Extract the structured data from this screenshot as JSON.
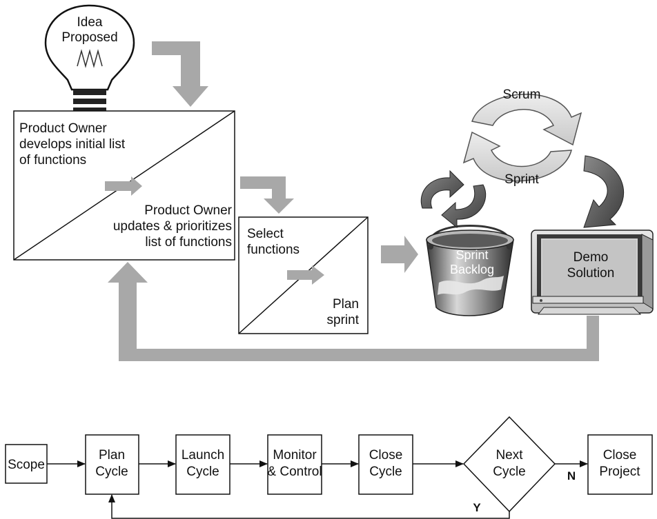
{
  "top": {
    "idea": [
      "Idea",
      "Proposed"
    ],
    "product_owner_box": {
      "upper": [
        "Product Owner",
        "develops initial list",
        "of functions"
      ],
      "lower": [
        "Product Owner",
        "updates & prioritizes",
        "list of functions"
      ]
    },
    "select_box": {
      "upper": [
        "Select",
        "functions"
      ],
      "lower": [
        "Plan",
        "sprint"
      ]
    },
    "bucket": [
      "Sprint",
      "Backlog"
    ],
    "cycle": {
      "top": "Scrum",
      "bottom": "Sprint"
    },
    "monitor": [
      "Demo",
      "Solution"
    ]
  },
  "bottom": {
    "scope": "Scope",
    "plan_cycle": [
      "Plan",
      "Cycle"
    ],
    "launch_cycle": [
      "Launch",
      "Cycle"
    ],
    "monitor_control": [
      "Monitor",
      "& Control"
    ],
    "close_cycle": [
      "Close",
      "Cycle"
    ],
    "next_cycle": [
      "Next",
      "Cycle"
    ],
    "close_project": [
      "Close",
      "Project"
    ],
    "no_label": "N",
    "yes_label": "Y"
  },
  "colors": {
    "arrow_gray": "#a8a8a8",
    "dark_gray": "#555555"
  }
}
